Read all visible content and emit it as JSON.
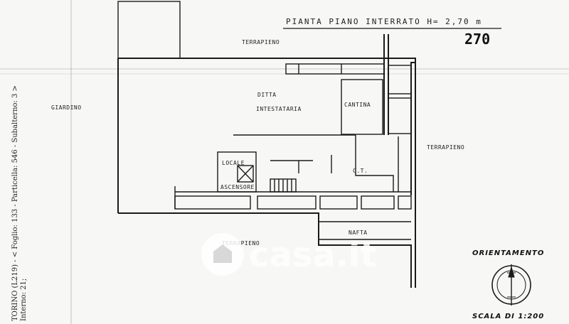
{
  "title": "PIANTA PIANO INTERRATO H= 2,70 m",
  "height_note": "270",
  "rooms": {
    "terrapieno_top": "TERRAPIENO",
    "giardino": "GIARDINO",
    "ditta": "DITTA",
    "intestataria": "INTESTATARIA",
    "cantina": "CANTINA",
    "terrapieno_right": "TERRAPIENO",
    "locale": "LOCALE",
    "ascensore": "ASCENSORE",
    "ct": "C.T.",
    "nafta": "NAFTA",
    "terrapieno_bottom": "TERRAPIENO"
  },
  "orientamento": "ORIENTAMENTO",
  "scale": "SCALA DI 1:200",
  "side_text_1": "TORINO (L219) - < Foglio: 133 - Particella: 546 - Subalterno: 3 >",
  "side_text_2": "Interno: 21;",
  "watermark": "casa.it"
}
